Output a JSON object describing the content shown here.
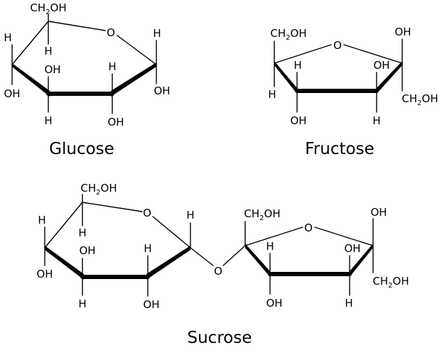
{
  "labels": {
    "oxygen": "O",
    "hydrogen": "H",
    "hydroxyl": "OH",
    "ch2oh_prefix": "CH",
    "ch2oh_subscript": "2",
    "ch2oh_suffix": "OH"
  },
  "molecules": {
    "glucose": "Glucose",
    "fructose": "Fructose",
    "sucrose": "Sucrose"
  }
}
